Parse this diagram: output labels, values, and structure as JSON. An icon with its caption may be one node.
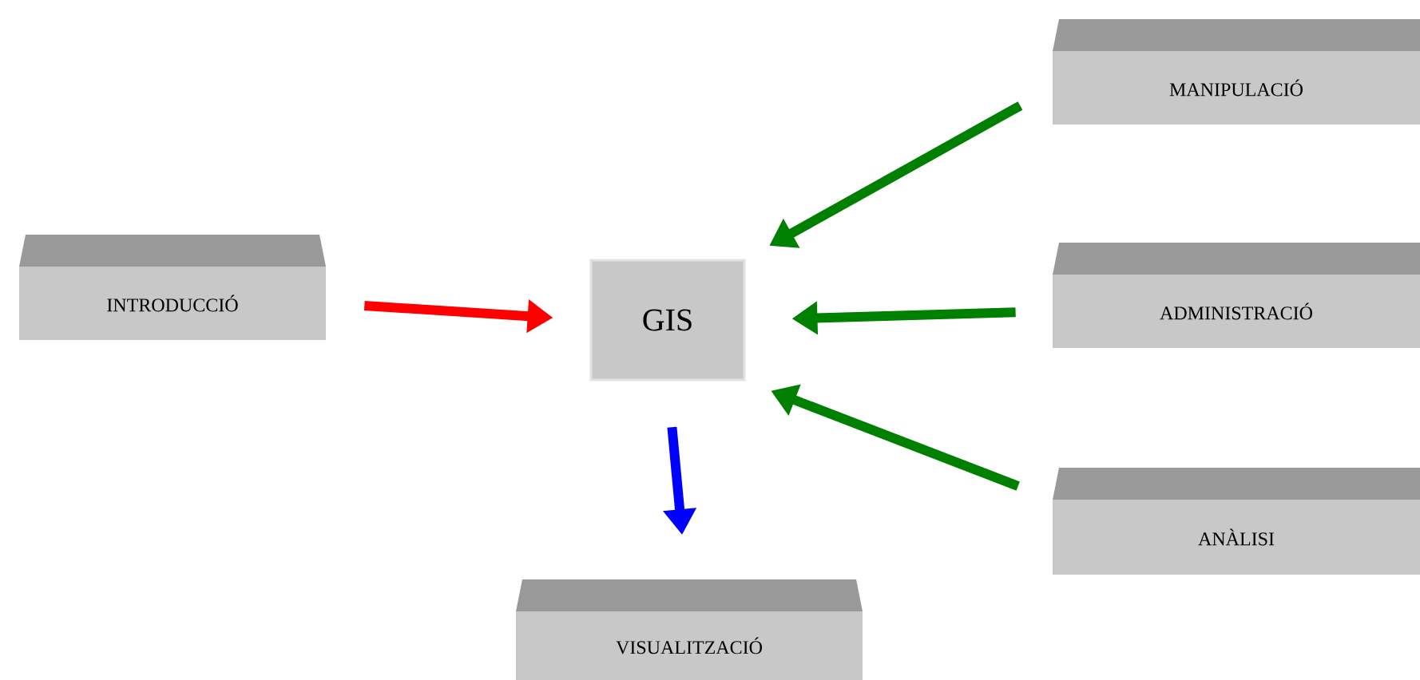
{
  "diagram": {
    "nodes": [
      {
        "text": [
          "MANIPULACIÓ"
        ]
      },
      {
        "text": [
          "INTRODUCCIÓ"
        ]
      },
      {
        "text": [
          "GIS"
        ]
      },
      {
        "text": [
          "ADMINISTRACIÓ"
        ]
      },
      {
        "text": [
          "ANÀLISI"
        ]
      },
      {
        "text": [
          "VISUALITZACIÓ"
        ]
      }
    ],
    "edges": [
      {
        "from": 1,
        "to": 2,
        "arrow": "to",
        "color": "#ff0000"
      },
      {
        "from": 0,
        "to": 2,
        "arrow": "to"
      },
      {
        "from": 3,
        "to": 2,
        "arrow": "to"
      },
      {
        "from": 4,
        "to": 2,
        "arrow": "to"
      },
      {
        "from": 2,
        "to": 5,
        "arrow": "to",
        "color": "#0000ff"
      }
    ]
  }
}
